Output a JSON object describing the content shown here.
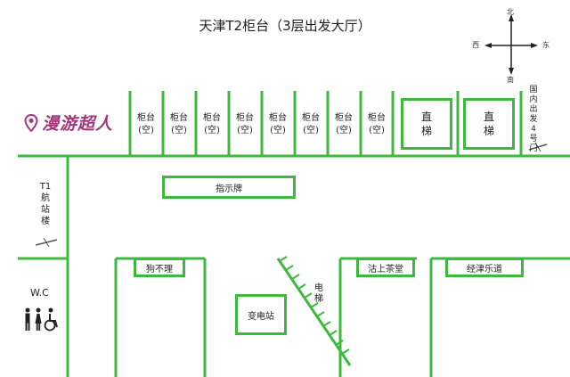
{
  "title": "天津T2柜台（3层出发大厅）",
  "compass": {
    "north": "北",
    "south": "南",
    "west": "西",
    "east": "东"
  },
  "brand": {
    "name": "漫游超人",
    "color": "#a3357d",
    "icon": "location-pin-icon"
  },
  "accent_color": "#3fb83f",
  "counters": [
    "柜台\n(空)",
    "柜台\n(空)",
    "柜台\n(空)",
    "柜台\n(空)",
    "柜台\n(空)",
    "柜台\n(空)",
    "柜台\n(空)",
    "柜台\n(空)"
  ],
  "elevators": [
    "直\n梯",
    "直\n梯"
  ],
  "exit_label": "国\n内\n出\n发\n4\n号\n门",
  "signboard": "指示牌",
  "terminal_label": "T1\n航\n站\n楼",
  "wc": {
    "label": "W.C",
    "icon": "restroom-icon"
  },
  "shops": {
    "goubuli": "狗不理",
    "substation": "变电站",
    "escalator": "电\n梯",
    "tea_house": "沽上茶堂",
    "jinle": "经津乐道"
  },
  "icons": [
    "compass-icon",
    "airplane-icon"
  ]
}
